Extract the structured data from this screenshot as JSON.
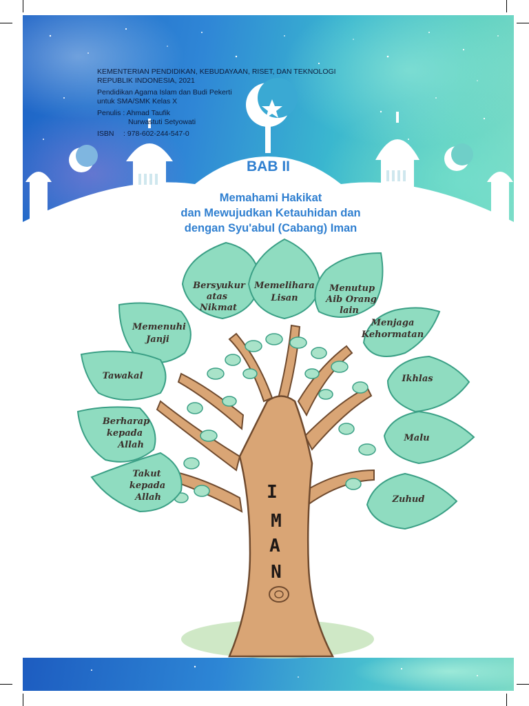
{
  "publisher": {
    "ministry_line1": "KEMENTERIAN PENDIDIKAN, KEBUDAYAAN, RISET, DAN TEKNOLOGI",
    "ministry_line2": "REPUBLIK INDONESIA, 2021",
    "subject_line1": "Pendidikan Agama Islam dan Budi Pekerti",
    "subject_line2": "untuk SMA/SMK Kelas X",
    "authors_label": "Penulis : Ahmad Taufik",
    "authors_second": "Nurwastuti Setyowati",
    "isbn_label": "ISBN",
    "isbn_value": ": 978-602-244-547-0"
  },
  "chapter": {
    "label": "BAB II",
    "title_line1": "Memahami Hakikat",
    "title_line2": "dan Mewujudkan Ketauhidan dan",
    "title_line3": "dengan Syu'abul (Cabang) Iman"
  },
  "tree": {
    "trunk_letters": [
      "I",
      "M",
      "A",
      "N"
    ],
    "leaves": [
      {
        "lines": [
          "Bersyukur",
          "atas",
          "Nikmat"
        ]
      },
      {
        "lines": [
          "Memelihara",
          "Lisan"
        ]
      },
      {
        "lines": [
          "Menutup",
          "Aib Orang",
          "lain"
        ]
      },
      {
        "lines": [
          "Memenuhi",
          "Janji"
        ]
      },
      {
        "lines": [
          "Menjaga",
          "Kehormatan"
        ]
      },
      {
        "lines": [
          "Tawakal"
        ]
      },
      {
        "lines": [
          "Ikhlas"
        ]
      },
      {
        "lines": [
          "Berharap",
          "kepada",
          "Allah"
        ]
      },
      {
        "lines": [
          "Malu"
        ]
      },
      {
        "lines": [
          "Takut",
          "kepada",
          "Allah"
        ]
      },
      {
        "lines": [
          "Zuhud"
        ]
      }
    ]
  },
  "colors": {
    "title_blue": "#2f7fd0",
    "leaf_fill": "#8fdcc0",
    "leaf_stroke": "#3a9f85",
    "trunk": "#d9a575",
    "trunk_stroke": "#6f4a2e"
  }
}
